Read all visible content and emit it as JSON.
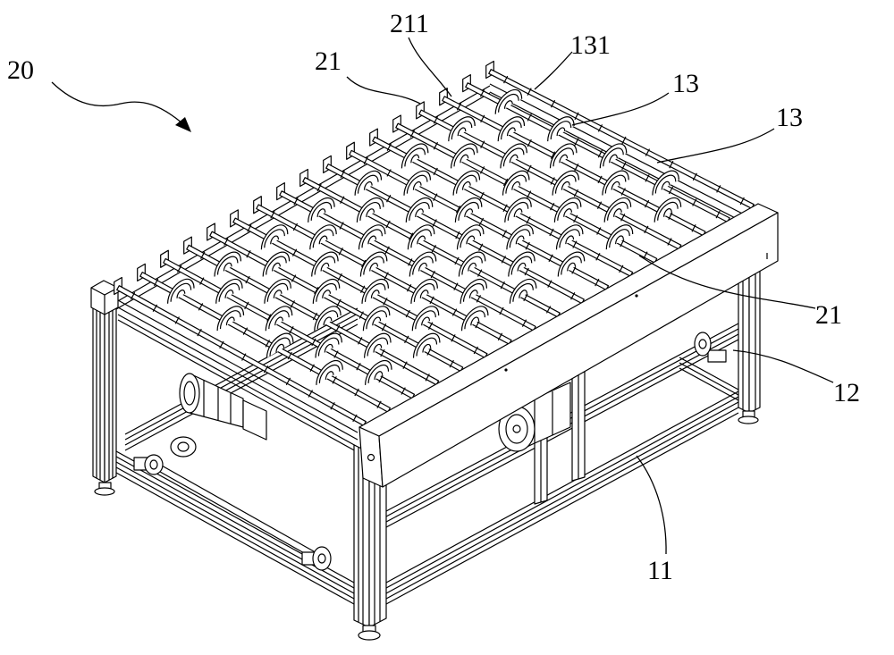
{
  "labels": {
    "ref_20": "20",
    "ref_211": "211",
    "ref_21_top": "21",
    "ref_131": "131",
    "ref_13_first": "13",
    "ref_13_second": "13",
    "ref_21_right": "21",
    "ref_12": "12",
    "ref_11": "11"
  }
}
